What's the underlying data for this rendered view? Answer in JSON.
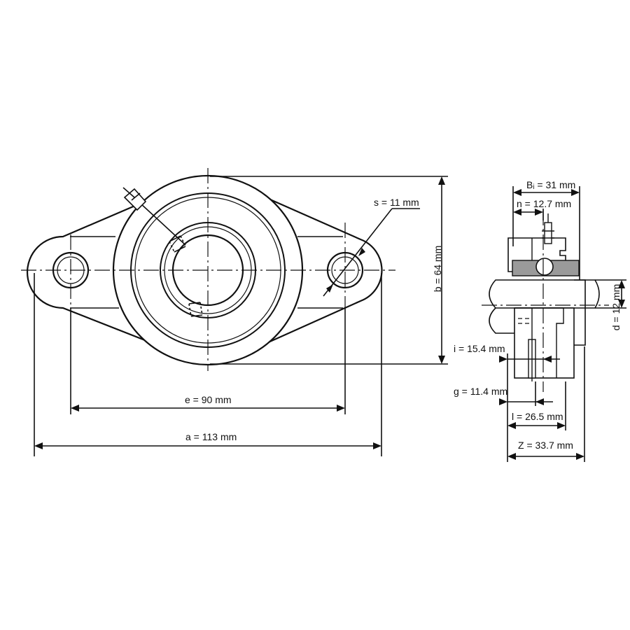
{
  "front_view": {
    "s": "s = 11 mm",
    "b": "b = 64 mm",
    "e": "e = 90 mm",
    "a": "a = 113 mm"
  },
  "side_view": {
    "Bi": "Bᵢ = 31 mm",
    "n": "n = 12.7 mm",
    "d": "d = 12 mm",
    "i": "i = 15.4 mm",
    "g": "g = 11.4 mm",
    "l": "l = 26.5 mm",
    "Z": "Z = 33.7 mm"
  },
  "colors": {
    "line": "#111111",
    "housing": "#ffffff",
    "hatch": "#9a9a9a"
  }
}
